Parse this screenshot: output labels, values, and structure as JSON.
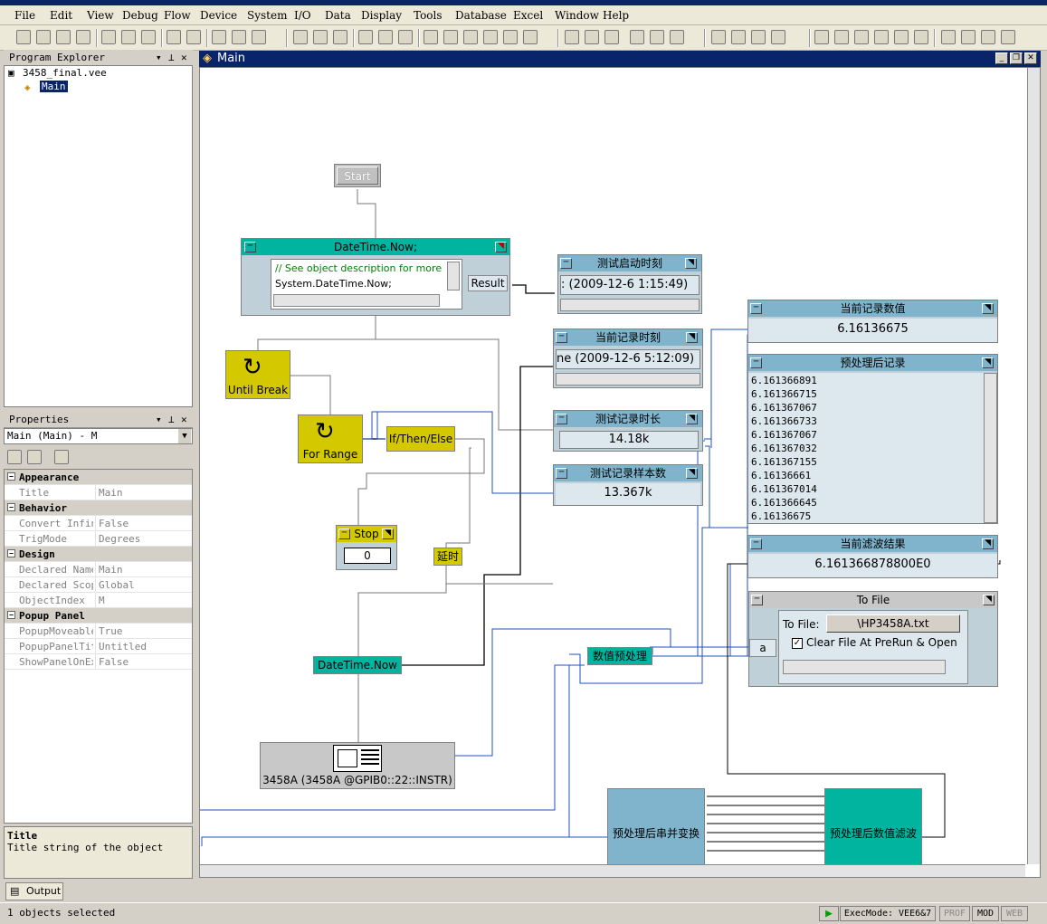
{
  "menu": [
    "File",
    "Edit",
    "View",
    "Debug",
    "Flow",
    "Device",
    "System",
    "I/O",
    "Data",
    "Display",
    "Tools",
    "Database",
    "Excel",
    "Window",
    "Help"
  ],
  "explorer": {
    "title": "Program Explorer",
    "file": "3458_final.vee",
    "item": "Main"
  },
  "properties": {
    "title": "Properties",
    "selector": "Main (Main) - M",
    "rows": [
      {
        "cat": "Appearance"
      },
      {
        "name": "Title",
        "value": "Main"
      },
      {
        "cat": "Behavior"
      },
      {
        "name": "Convert Infin",
        "value": "False"
      },
      {
        "name": "TrigMode",
        "value": "Degrees"
      },
      {
        "cat": "Design"
      },
      {
        "name": "Declared Name",
        "value": "Main"
      },
      {
        "name": "Declared Scop",
        "value": "Global"
      },
      {
        "name": "ObjectIndex",
        "value": "M"
      },
      {
        "cat": "Popup Panel"
      },
      {
        "name": "PopupMoveable",
        "value": "True"
      },
      {
        "name": "PopupPanelTit",
        "value": "Untitled"
      },
      {
        "name": "ShowPanelOnEx",
        "value": "False"
      }
    ],
    "desc_title": "Title",
    "desc_text": "Title string of the object"
  },
  "output_tab": "Output",
  "status": {
    "left": "1 objects selected",
    "exec": "ExecMode: VEE6&7",
    "b1": "PROF",
    "b2": "MOD",
    "b3": "WEB"
  },
  "main": {
    "title": "Main"
  },
  "objects": {
    "start": "Start",
    "dtnow_title": "DateTime.Now;",
    "dtnow_line1": "// See object description for more",
    "dtnow_line2": "System.DateTime.Now;",
    "result": "Result",
    "until_break": "Until Break",
    "for_range": "For Range",
    "ifthen": "If/Then/Else",
    "stop_title": "Stop",
    "stop_value": "0",
    "delay": "延时",
    "dtnow2": "DateTime.Now",
    "instr": "3458A (3458A @GPIB0::22::INSTR)",
    "preproc": "数值预处理",
    "start_time_title": "测试启动时刻",
    "start_time_value": ": (2009-12-6 1:15:49)",
    "cur_time_title": "当前记录时刻",
    "cur_time_value": "ne (2009-12-6 5:12:09)",
    "duration_title": "测试记录时长",
    "duration_value": "14.18k",
    "samples_title": "测试记录样本数",
    "samples_value": "13.367k",
    "cur_val_title": "当前记录数值",
    "cur_val_value": "6.16136675",
    "pre_rec_title": "预处理后记录",
    "pre_rec_values": [
      "6.161366891",
      "6.161366715",
      "6.161367067",
      "6.161366733",
      "6.161367067",
      "6.161367032",
      "6.161367155",
      "6.16136661",
      "6.161367014",
      "6.161366645",
      "6.16136675"
    ],
    "filter_title": "当前滤波结果",
    "filter_value": "6.161366878800E0",
    "tofile_title": "To File",
    "tofile_label": "To File:",
    "tofile_name": "\\HP3458A.txt",
    "tofile_check": "Clear File At PreRun & Open",
    "tofile_in": "a",
    "s2p": "预处理后串并变换",
    "filt": "预处理后数值滤波"
  },
  "colors": {
    "teal": "#00b4a0",
    "yellow": "#d4c800",
    "blue": "#7fb4cc",
    "lightblue": "#9ec8dc",
    "wire_blue": "#2050c0"
  }
}
